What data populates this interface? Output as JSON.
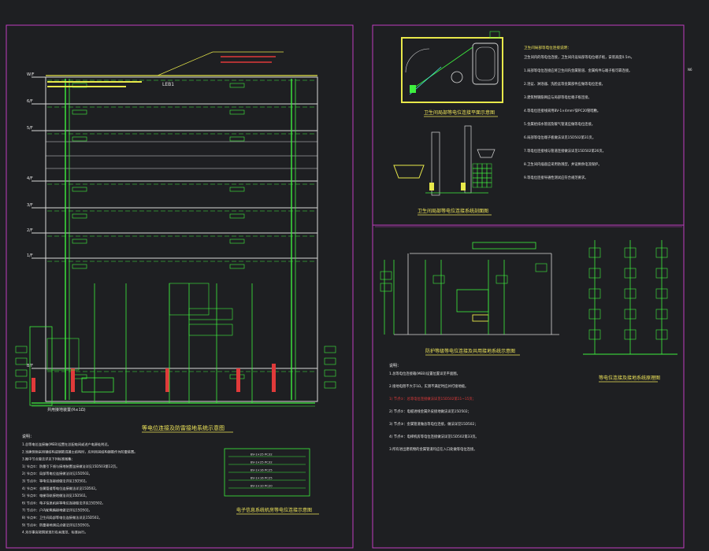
{
  "colors": {
    "background": "#1e1f22",
    "frame": "#c03cc0",
    "line_green": "#3ef03e",
    "line_white": "#d8d8d8",
    "line_yellow": "#e8e84a",
    "line_red": "#e03a3a",
    "line_cyan": "#4ae8e8",
    "text_white": "#e6e6e6",
    "text_yellow": "#f0e65a"
  },
  "corner_mark": "N6",
  "left_sheet": {
    "floor_labels": [
      "W/F",
      "6/F",
      "5/F",
      "4/F",
      "3/F",
      "2/F",
      "1/F",
      "B/F"
    ],
    "riser_label": "LEB1",
    "main_caption": "等电位连接及防雷接地系统示意图",
    "ground_caption": "共用接地装置(R≤1Ω)",
    "notes_title": "说明：",
    "notes": [
      "1.总等电位连接箱(MEB)设置在总配电间或进户电源处附近。",
      "2.当建筑物采用钢结构或钢筋混凝土结构时，应利用其结构钢筋作为防雷装置。",
      "3.图中节点做法详见下列标准图集：",
      "1) 节点①：防雷引下线与接地装置连接做法详见15D503第12页。",
      "2) 节点②：局部等电位连接做法详见15D502。",
      "3) 节点③：等电位连接线做法详见15D502。",
      "4) 节点④：金属管道等电位连接做法详见15D502。",
      "5) 节点⑤：电梯导轨接地做法详见15D502。",
      "6) 节点⑥：电子信息机房等电位连接做法详见15D502。",
      "7) 节点⑦：户内配电箱接地做法详见15D502。",
      "8) 节点⑧：卫生间局部等电位连接做法详见15D502。",
      "9) 节点⑨：防雷接地测试点做法详见15D503。",
      "4.未尽事宜按国家现行有关规范、标准执行。"
    ]
  },
  "mid_panel": {
    "caption": "电子信息系统机房等电位连接示意图",
    "labels": [
      "BV-1×25 PC32",
      "BV-1×25 PC32",
      "BV-1×16 PC25",
      "BV-1×16 PC25",
      "BV-1×10 PC20"
    ]
  },
  "right_top": {
    "plan_caption": "卫生间局部等电位连接平面示意图",
    "section_caption": "卫生间局部等电位连接系统剖面图",
    "notes_title": "卫生间局部等电位连接说明：",
    "notes": [
      "卫生间内的等电位连接，卫生间内设局部等电位端子板，安装高度0.5m。",
      "1.局部等电位连接应将卫生间内金属管道、金属构件与端子板可靠连接。",
      "2.浴盆、淋浴器、洗脸盆等金属部件应做等电位连接。",
      "3.建筑物钢筋网应与局部等电位端子板连接。",
      "4.等电位连接线采用BV-1×4mm²穿PC20管暗敷。",
      "5.金属给排水管道及暖气管道应做等电位连接。",
      "6.局部等电位端子板做法详见15D502第31页。",
      "7.等电位连接线与管道连接做法详见15D502第26页。",
      "8.卫生间内插座应采用防溅型，并设剩余电流保护。",
      "9.等电位连接导通性测试应符合规范要求。"
    ]
  },
  "right_bottom": {
    "left_caption": "防护等级等电位连接及共用接地系统示意图",
    "right_caption": "等电位连接及接地系统原理图",
    "notes_title": "说明：",
    "notes": [
      "1.总等电位连接箱(MEB)设置位置详见平面图。",
      "2.接地电阻不大于1Ω，实测不满足时应补打接地极。",
      "1) 节点①：总等电位连接做法详见15D502第11~15页；",
      "2) 节点②：电缆进线金属外皮接地做法详见15D502；",
      "3) 节点③：金属管道做总等电位连接，做法详见15D502；",
      "4) 节点④：电梯机房等电位连接做法详见15D502第33页。",
      "3.所有进出建筑物的金属管道均应在入口处做等电位连接。"
    ]
  }
}
